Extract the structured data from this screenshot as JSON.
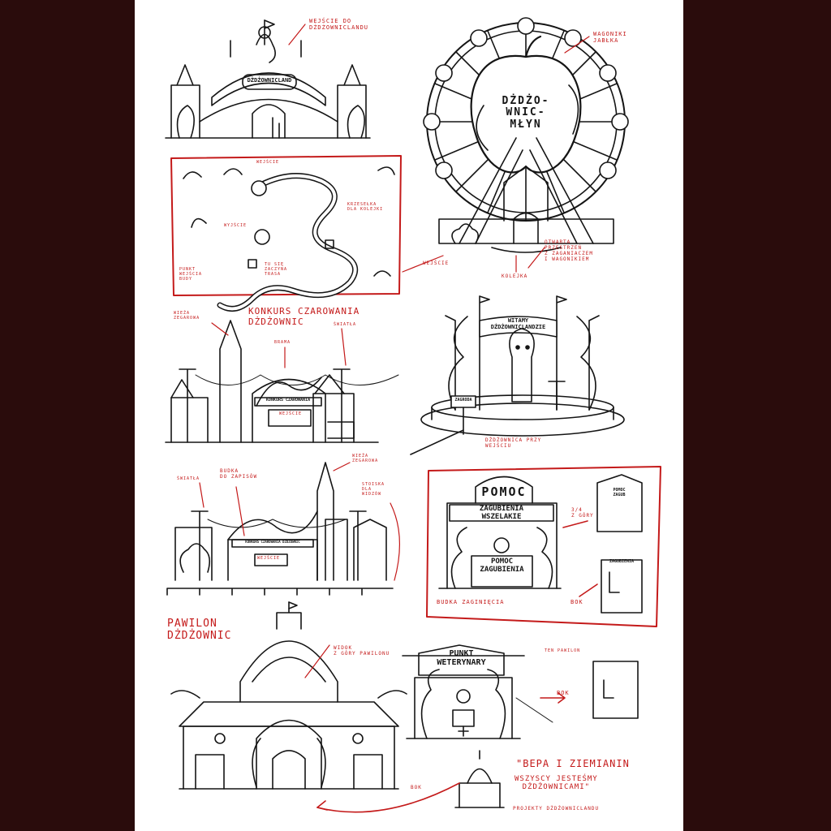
{
  "colors": {
    "background": "#2a0c0c",
    "paper": "#ffffff",
    "ink": "#151515",
    "annotation": "#c41a1a"
  },
  "panels": {
    "entrance_gate": {
      "note": "WEJŚCIE DO\nDŻDŻOWNICLANDU",
      "sign": "DŻDŻOWNICLAND"
    },
    "ferris_wheel": {
      "note_cars": "WAGONIKI\nJABŁKA",
      "apple_sign": "DŻDŻO-\nWNIC-\nMŁYN",
      "note_entrance": "WEJŚCIE",
      "note_queue": "KOLEJKA",
      "note_space": "OTWARTA\nPRZESTRZEŃ\nZ ZAGANIACZEM\nI WAGONIKIEM"
    },
    "park_map": {
      "note_entry": "WEJŚCIE",
      "note_exit": "WYJŚCIE",
      "note_chairs": "KRZESEŁKA\nDLA KOLEJKI",
      "note_point": "PUNKT\nWEJŚCIA\nBUDY",
      "note_track": "TU SIĘ\nZACZYNA\nTRASA"
    },
    "magic_contest_front": {
      "title": "KONKURS CZAROWANIA\nDŻDŻOWNIC",
      "note_tower": "WIEŻA\nZEGAROWA",
      "note_gate": "BRAMA",
      "note_lights": "ŚWIATŁA",
      "sign": "KONKURS CZAROWANIA",
      "entrance": "WEJŚCIE"
    },
    "welcome_stage": {
      "banner": "WITAMY\nDŻDŻOWNICLANDZIE",
      "sign_left": "ZAGRODA",
      "caption": "DŻDŻOWNICA PRZY\nWEJŚCIU"
    },
    "magic_contest_side": {
      "note_lights": "ŚWIATŁA",
      "note_booth": "BUDKA\nDO ZAPISÓW",
      "note_tower": "WIEŻA\nZEGAROWA",
      "note_stands": "STOISKA\nDLA\nWIDZÓW",
      "sign": "KONKURS CZAROWANIA DŻDŻOWNIC",
      "entrance": "WEJŚCIE"
    },
    "lost_found": {
      "top_sign": "POMOC",
      "banner": "ZAGUBIENIA\nWSZELAKIE",
      "counter_sign": "POMOC\nZAGUBIENIA",
      "caption": "BUDKA ZAGINIĘCIA",
      "note_view": "3/4\nZ GÓRY",
      "note_side": "BOK",
      "mini_top_sign": "POMOC\nZAGUB",
      "mini_side_sign": "ZAGUBIENIA"
    },
    "pavilion": {
      "title": "PAWILON\nDŻDŻOWNIC",
      "note": "WIDOK\nZ GÓRY PAWILONU"
    },
    "vet_point": {
      "sign": "PUNKT\nWETERYNARY",
      "note_top": "TEN PAWILON",
      "note_side": "BOK"
    },
    "footer": {
      "note_side": "BOK",
      "credit_line1": "\"BEPA I ZIEMIANIN",
      "credit_line2": "WSZYSCY JESTEŚMY\nDŻDŻOWNICAMI\"",
      "credit_line3": "PROJEKTY DŻDŻOWNICLANDU"
    }
  }
}
